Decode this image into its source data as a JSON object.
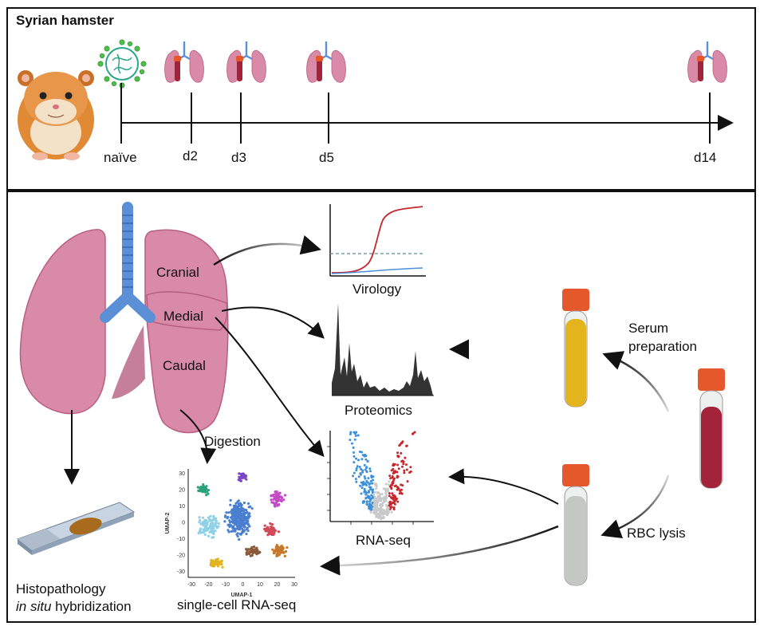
{
  "panel_top": {
    "title": "Syrian hamster",
    "timeline": [
      "naïve",
      "d2",
      "d3",
      "d5",
      "d14"
    ]
  },
  "lung_regions": [
    "Cranial",
    "Medial",
    "Caudal"
  ],
  "outputs": {
    "virology": "Virology",
    "proteomics": "Proteomics",
    "rnaseq": "RNA-seq",
    "scrnaseq": "single-cell RNA-seq",
    "digestion": "Digestion",
    "histo_line1": "Histopathology",
    "histo_line2_italic": "in situ",
    "histo_line2_rest": " hybridization"
  },
  "blood": {
    "serum_line1": "Serum",
    "serum_line2": "preparation",
    "rbc": "RBC lysis"
  },
  "umap": {
    "xlabel": "UMAP-1",
    "ylabel": "UMAP-2",
    "x_ticks": [
      "-30",
      "-20",
      "-10",
      "0",
      "10",
      "20",
      "30"
    ],
    "y_ticks": [
      "30",
      "20",
      "10",
      "0",
      "-10",
      "-20",
      "-30"
    ]
  },
  "colors": {
    "lung": "#d98aa6",
    "lung_dark": "#b85f80",
    "trachea": "#5b8fd6",
    "serum": "#e3b41c",
    "blood": "#a3243a",
    "cap": "#e5582b",
    "virology_red": "#c8252c",
    "virology_blue": "#4a8fd8",
    "volcano_blue": "#3d8fd8",
    "volcano_red": "#c8252c"
  }
}
